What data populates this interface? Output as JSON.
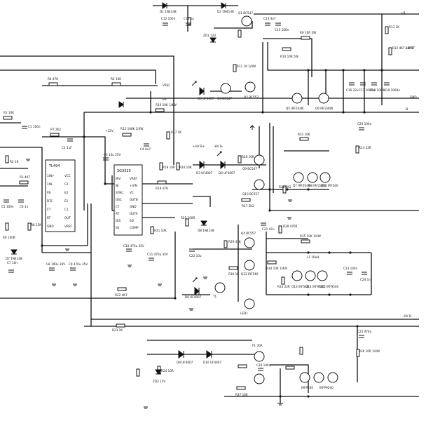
{
  "nets": {
    "vref": "VREF",
    "hv_b_plus": "+HV B+",
    "gnd": "GND",
    "b_minus": "-B",
    "hv_b_minus": "-HV B-",
    "plus_batt": "+BATT",
    "plus_b": "+B",
    "b_plus": "B+",
    "plus_12v": "+12V"
  },
  "ics": {
    "ic1": {
      "name": "TL494",
      "pins_left": [
        "1IN+",
        "1IN-",
        "FB",
        "DTC",
        "CT",
        "RT",
        "GND"
      ],
      "pins_right": [
        "VCC",
        "C2",
        "E2",
        "E1",
        "C1",
        "OUT",
        "VREF"
      ]
    },
    "ic2": {
      "name": "SG3525",
      "pins_left": [
        "INV",
        "NI",
        "SYNC",
        "OSC",
        "CT",
        "RT",
        "DIS",
        "SS"
      ],
      "pins_right": [
        "VREF",
        "+VIN",
        "VC",
        "OUTB",
        "GND",
        "OUTA",
        "SD",
        "COMP"
      ]
    }
  },
  "resistors": [
    "R1 10K",
    "R2 1K",
    "R3 4K7",
    "R4 47K",
    "R5 10K",
    "R6 100R",
    "R7 2K2",
    "R8 22K",
    "R9 10R 5W",
    "R10 10R 5W",
    "R11 1K 1/4W",
    "R12 4K7 1/4W",
    "R13 1K",
    "R14 22R",
    "R15 100K 1/4W",
    "R16 10K 1/4W",
    "R17 1K",
    "R18 10R",
    "R19 47R",
    "R20 10K",
    "R21 10K",
    "R22 4K7",
    "R23 1K",
    "R24 10R",
    "R25 100R",
    "R26 10R",
    "R27 2K2",
    "R28 470R",
    "R29 47K",
    "R30 1K",
    "R31 10K",
    "R32 2K2",
    "R33 22R",
    "R34 10K 1/4W",
    "R35 10K 1/4W",
    "R36 10R 1/4W",
    "R37 10K"
  ],
  "capacitors": [
    "C1 100n",
    "C2 1uF",
    "C3 10u 25V",
    "C4 4u7",
    "C5 100n",
    "C6 1n",
    "C7 10n",
    "C8 100u 16V",
    "C9 470u 35V",
    "C10 470u 35V",
    "C11 470u 35V",
    "C12 100n",
    "C13 1u",
    "C14 4n7",
    "C15 100n",
    "C16 22u",
    "C17 1000u",
    "C18 1000u",
    "C19 1000u",
    "C20 100n",
    "C21 47u",
    "C22 10u",
    "C23 100n",
    "C24 1n",
    "C25 470u",
    "C26 100n"
  ],
  "diodes": [
    "D1 1N4148",
    "D2 1N4148",
    "D3 UF4007",
    "D4 UF4007",
    "D5 UF4007",
    "D6 UF4007",
    "D7 1N4148",
    "D8 1N4148",
    "D9 UF4007",
    "D10 UF4007",
    "ZD1 12V",
    "ZD2 15V"
  ],
  "transistors": [
    "Q1 BC547",
    "Q2 BC557",
    "Q3 BC547",
    "Q4 BC557",
    "Q5 IRFZ44N",
    "Q6 IRFZ44N",
    "Q7 IRFZ44N",
    "Q8 IRFZ44N",
    "Q9 BC547",
    "Q10 BC557",
    "Q11 IRF540",
    "Q12 IRF540",
    "Q13 IRF540",
    "Q14 IRF9540",
    "Q15 IRF9540"
  ],
  "misc": [
    "LED1",
    "L1 10uH",
    "T1",
    "F1 30A",
    "IRFP240",
    "IRFP9240"
  ]
}
